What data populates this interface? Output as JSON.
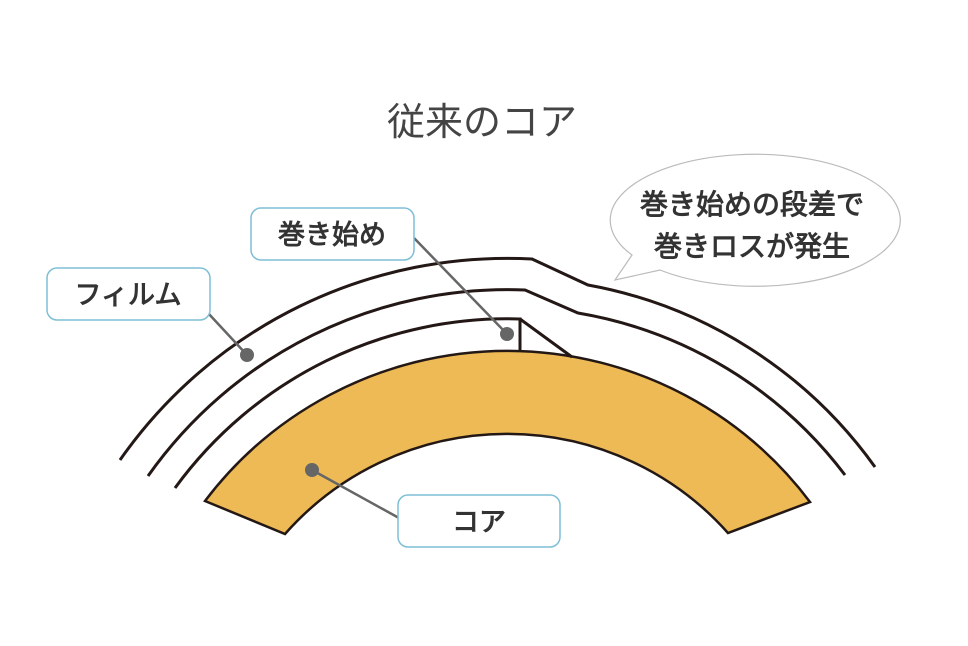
{
  "title": "従来のコア",
  "labels": {
    "film": "フィルム",
    "winding_start": "巻き始め",
    "core": "コア"
  },
  "callout": {
    "line1": "巻き始めの段差で",
    "line2": "巻きロスが発生"
  },
  "colors": {
    "core_fill": "#EDBA55",
    "film_line": "#231815",
    "label_border": "#7fbfd6"
  }
}
